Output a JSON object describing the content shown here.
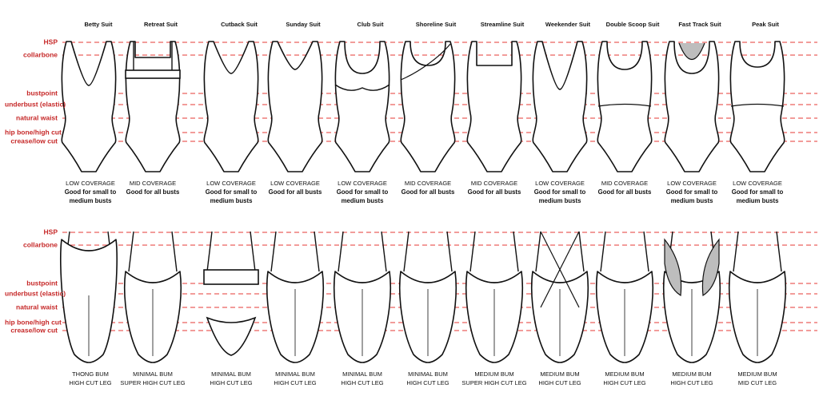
{
  "colors": {
    "guide": "#e53935",
    "guide_label": "#c62828",
    "outline": "#111111",
    "fill": "#ffffff",
    "mesh": "#bdbdbd"
  },
  "guides": [
    "HSP",
    "collarbone",
    "bustpoint",
    "underbust (elastic)",
    "natural waist",
    "hip bone/high cut",
    "crease/low cut"
  ],
  "suits": [
    {
      "name": "Betty Suit",
      "coverage": "LOW COVERAGE",
      "fit": [
        "Good for small to",
        "medium busts"
      ],
      "bum": "THONG BUM",
      "leg": "HIGH CUT LEG"
    },
    {
      "name": "Retreat Suit",
      "coverage": "MID COVERAGE",
      "fit": [
        "Good for all busts"
      ],
      "bum": "MINIMAL BUM",
      "leg": "SUPER HIGH CUT LEG"
    },
    {
      "name": "Cutback Suit",
      "coverage": "LOW COVERAGE",
      "fit": [
        "Good for small to",
        "medium busts"
      ],
      "bum": "MINIMAL BUM",
      "leg": "HIGH CUT LEG"
    },
    {
      "name": "Sunday Suit",
      "coverage": "LOW COVERAGE",
      "fit": [
        "Good for all busts"
      ],
      "bum": "MINIMAL BUM",
      "leg": "HIGH CUT LEG"
    },
    {
      "name": "Club Suit",
      "coverage": "LOW COVERAGE",
      "fit": [
        "Good for small to",
        "medium busts"
      ],
      "bum": "MINIMAL BUM",
      "leg": "HIGH CUT LEG"
    },
    {
      "name": "Shoreline Suit",
      "coverage": "MID COVERAGE",
      "fit": [
        "Good for all busts"
      ],
      "bum": "MINIMAL BUM",
      "leg": "HIGH CUT LEG"
    },
    {
      "name": "Streamline Suit",
      "coverage": "MID COVERAGE",
      "fit": [
        "Good for all busts"
      ],
      "bum": "MEDIUM BUM",
      "leg": "SUPER HIGH CUT LEG"
    },
    {
      "name": "Weekender Suit",
      "coverage": "LOW COVERAGE",
      "fit": [
        "Good for small to",
        "medium busts"
      ],
      "bum": "MEDIUM BUM",
      "leg": "HIGH CUT LEG"
    },
    {
      "name": "Double Scoop Suit",
      "coverage": "MID COVERAGE",
      "fit": [
        "Good for all busts"
      ],
      "bum": "MEDIUM BUM",
      "leg": "HIGH CUT LEG"
    },
    {
      "name": "Fast Track Suit",
      "coverage": "LOW COVERAGE",
      "fit": [
        "Good for small to",
        "medium busts"
      ],
      "bum": "MEDIUM BUM",
      "leg": "HIGH CUT LEG"
    },
    {
      "name": "Peak Suit",
      "coverage": "LOW COVERAGE",
      "fit": [
        "Good for small to",
        "medium busts"
      ],
      "bum": "MEDIUM BUM",
      "leg": "MID CUT LEG"
    }
  ]
}
